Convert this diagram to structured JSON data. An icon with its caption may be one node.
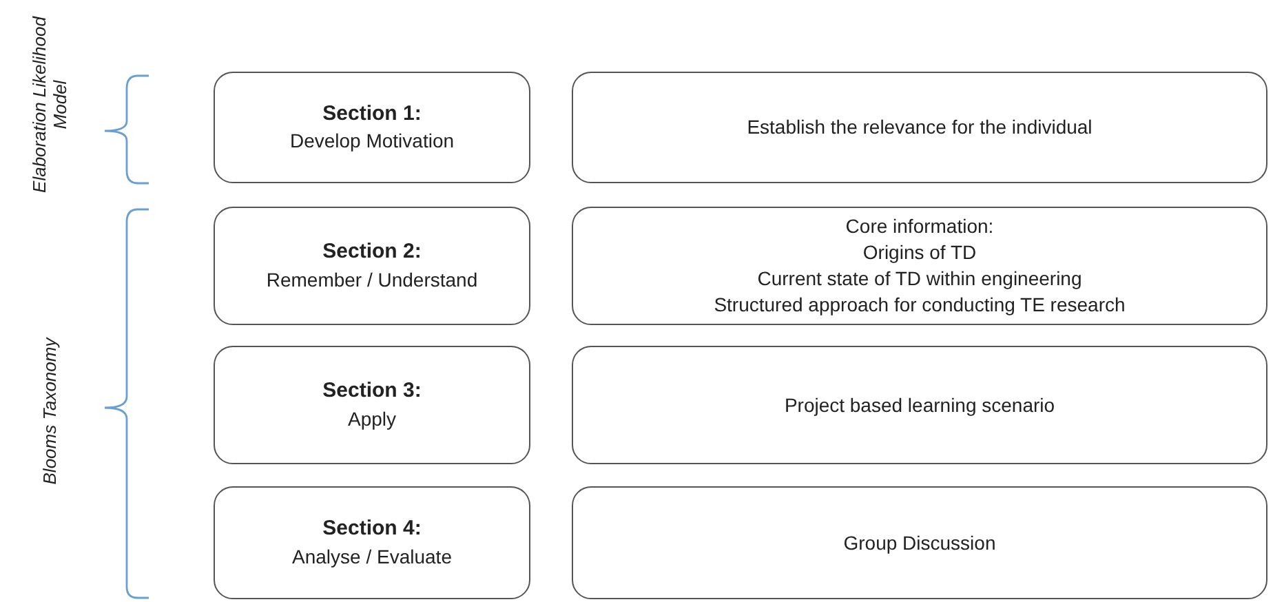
{
  "diagram": {
    "nodes": [
      {
        "text": [
          "Section 1:",
          "Develop Motivation"
        ]
      },
      {
        "text": [
          "Establish the relevance for the individual"
        ]
      },
      {
        "text": [
          "Section 2:",
          "Remember / Understand"
        ]
      },
      {
        "text": [
          "Core information:",
          "Origins of TD",
          "Current state of TD within engineering",
          "Structured approach for conducting TE research"
        ]
      },
      {
        "text": [
          "Section 3:",
          "Apply"
        ]
      },
      {
        "text": [
          "Project based learning scenario"
        ]
      },
      {
        "text": [
          "Section 4:",
          "Analyse / Evaluate"
        ]
      },
      {
        "text": [
          "Group Discussion"
        ]
      }
    ],
    "labels": [
      "Elaboration Likelihood Model",
      "Blooms Taxonomy"
    ]
  }
}
